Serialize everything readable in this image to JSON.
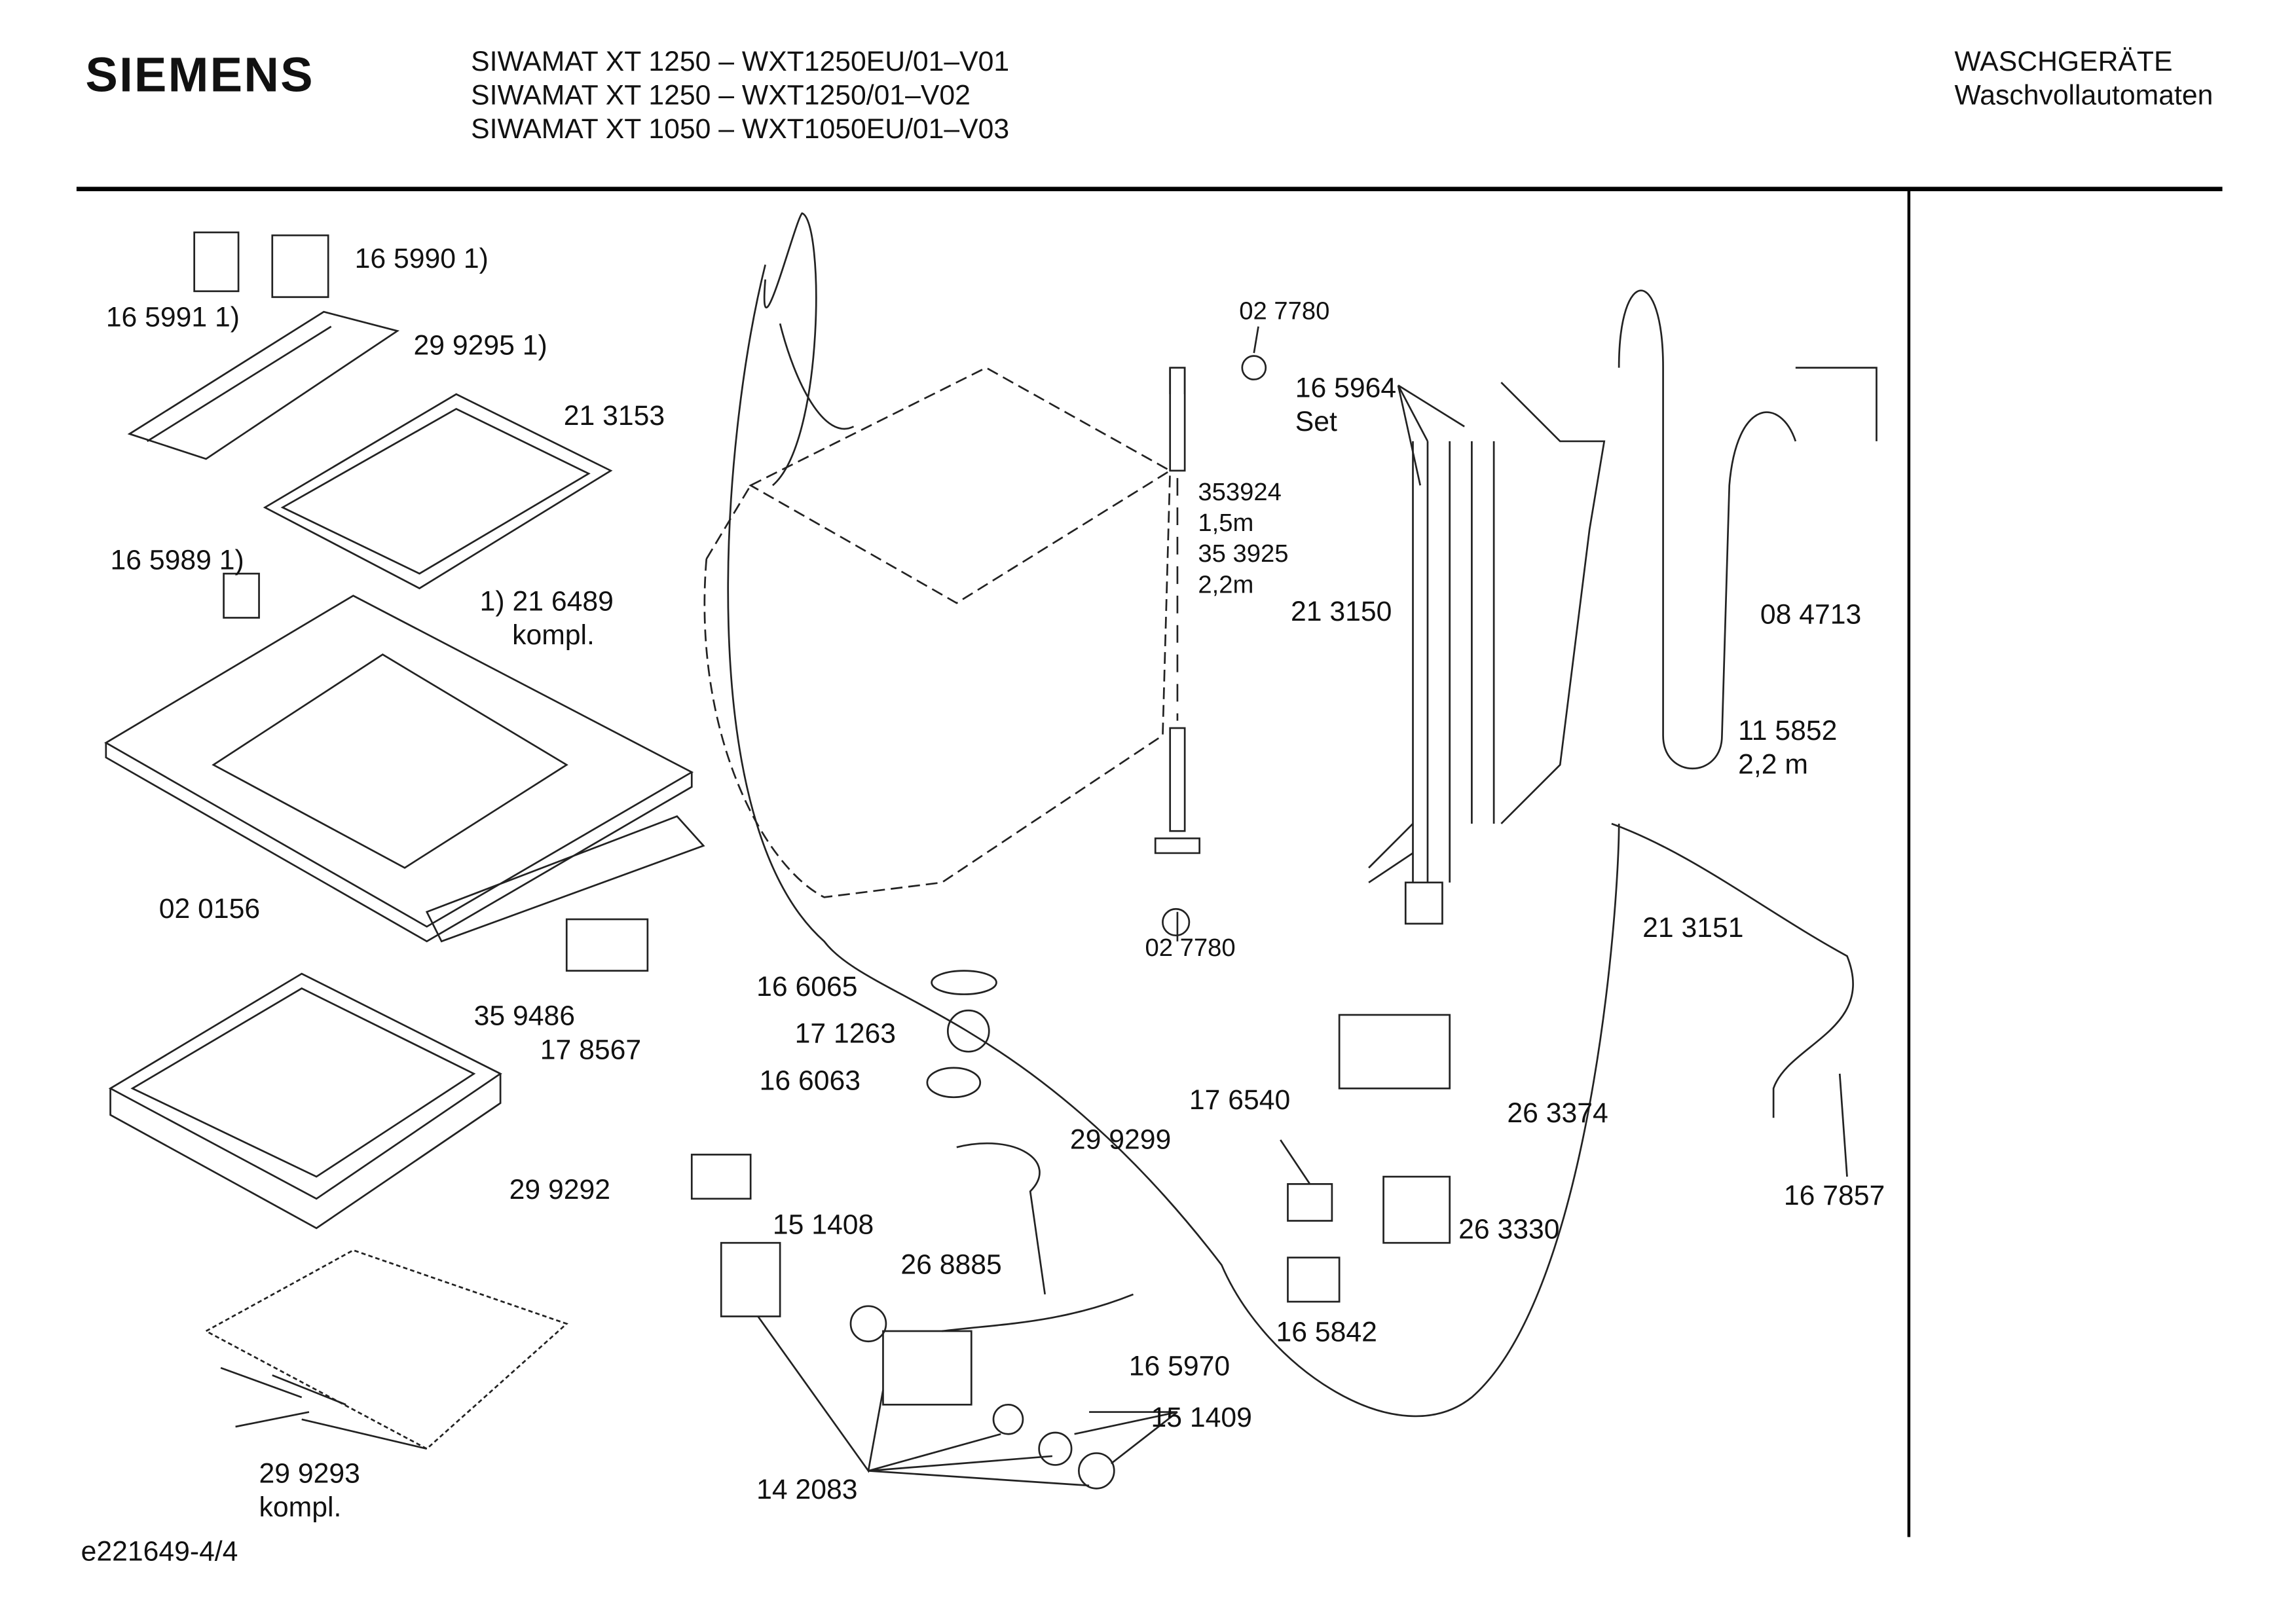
{
  "header": {
    "brand": "SIEMENS",
    "models": [
      "SIWAMAT XT 1250 – WXT1250EU/01–V01",
      "SIWAMAT XT 1250 – WXT1250/01–V02",
      "SIWAMAT XT 1050 – WXT1050EU/01–V03"
    ],
    "category": "WASCHGERÄTE",
    "subcategory": "Waschvollautomaten"
  },
  "parts": [
    {
      "label": "16 5990 1)"
    },
    {
      "label": "16 5991 1)"
    },
    {
      "label": "29 9295 1)"
    },
    {
      "label": "21 3153"
    },
    {
      "label": "16 5989 1)"
    },
    {
      "label": "1) 21 6489",
      "note": "kompl."
    },
    {
      "label": "02 0156"
    },
    {
      "label": "35 9486"
    },
    {
      "label": "17 8567"
    },
    {
      "label": "29 9292"
    },
    {
      "label": "29 9293",
      "note": "kompl."
    },
    {
      "label": "02 7780"
    },
    {
      "label": "16 5964",
      "note": "Set"
    },
    {
      "label": "353924",
      "note": "1,5m"
    },
    {
      "label": "35 3925",
      "note": "2,2m"
    },
    {
      "label": "21 3150"
    },
    {
      "label": "08 4713"
    },
    {
      "label": "11 5852",
      "note": "2,2 m"
    },
    {
      "label": "02 7780"
    },
    {
      "label": "21 3151"
    },
    {
      "label": "16 6065"
    },
    {
      "label": "17 1263"
    },
    {
      "label": "16 6063"
    },
    {
      "label": "17 6540"
    },
    {
      "label": "29 9299"
    },
    {
      "label": "26 3374"
    },
    {
      "label": "16 7857"
    },
    {
      "label": "15 1408"
    },
    {
      "label": "26 8885"
    },
    {
      "label": "26 3330"
    },
    {
      "label": "16 5842"
    },
    {
      "label": "16 5970"
    },
    {
      "label": "15 1409"
    },
    {
      "label": "14 2083"
    }
  ],
  "footer": {
    "drawing_id": "e221649-4/4"
  }
}
